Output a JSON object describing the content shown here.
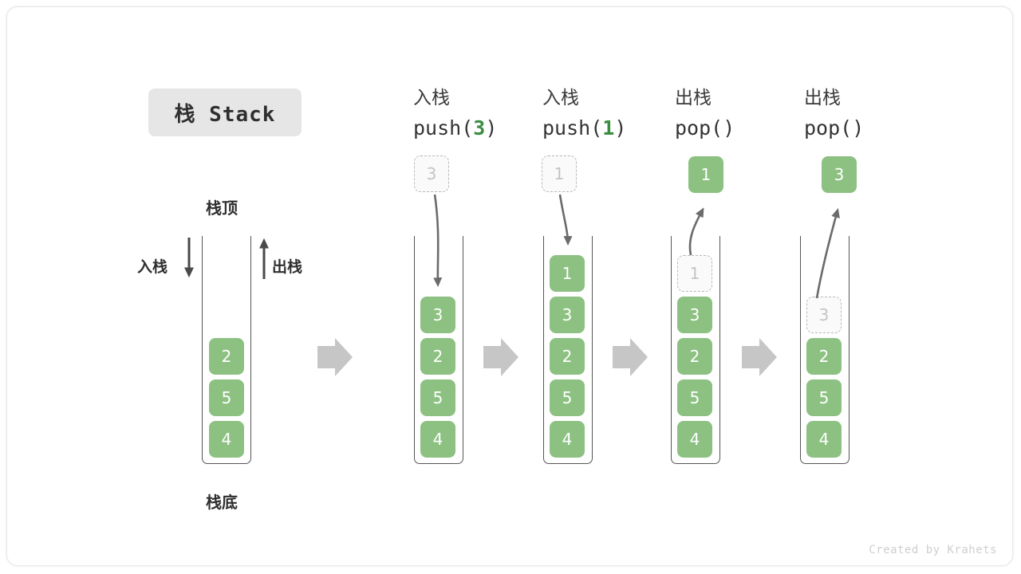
{
  "diagram": {
    "title_badge": "栈 Stack",
    "credit": "Created by Krahets",
    "colors": {
      "cell_green": "#8cc182",
      "accent_green_text": "#3b8c3f",
      "ghost_gray": "#c4c4c4",
      "line_gray": "#555555",
      "block_arrow_gray": "#c6c6c6",
      "badge_gray": "#e6e6e6"
    }
  },
  "left_stack": {
    "top_label": "栈顶",
    "bottom_label": "栈底",
    "push_label": "入栈",
    "pop_label": "出栈",
    "cells": [
      "2",
      "5",
      "4"
    ]
  },
  "steps": [
    {
      "id": "push-3",
      "title_cn": "入栈",
      "code_prefix": "push(",
      "code_arg": "3",
      "code_suffix": ")",
      "floating": {
        "value": "3",
        "state": "ghost"
      },
      "slots": [
        "",
        "3",
        "2",
        "5",
        "4"
      ]
    },
    {
      "id": "push-1",
      "title_cn": "入栈",
      "code_prefix": "push(",
      "code_arg": "1",
      "code_suffix": ")",
      "floating": {
        "value": "1",
        "state": "ghost"
      },
      "slots": [
        "1",
        "3",
        "2",
        "5",
        "4"
      ]
    },
    {
      "id": "pop-1",
      "title_cn": "出栈",
      "code_prefix": "pop(",
      "code_arg": "",
      "code_suffix": ")",
      "floating": {
        "value": "1",
        "state": "solid"
      },
      "slots": [
        "1-ghost",
        "3",
        "2",
        "5",
        "4"
      ]
    },
    {
      "id": "pop-3",
      "title_cn": "出栈",
      "code_prefix": "pop(",
      "code_arg": "",
      "code_suffix": ")",
      "floating": {
        "value": "3",
        "state": "solid"
      },
      "slots": [
        "",
        "3-ghost",
        "2",
        "5",
        "4"
      ]
    }
  ],
  "cells": {
    "s1": [
      {
        "value": "3",
        "state": "solid",
        "row": 1
      },
      {
        "value": "2",
        "state": "solid",
        "row": 2
      },
      {
        "value": "5",
        "state": "solid",
        "row": 3
      },
      {
        "value": "4",
        "state": "solid",
        "row": 4
      }
    ],
    "s2": [
      {
        "value": "1",
        "state": "solid",
        "row": 0
      },
      {
        "value": "3",
        "state": "solid",
        "row": 1
      },
      {
        "value": "2",
        "state": "solid",
        "row": 2
      },
      {
        "value": "5",
        "state": "solid",
        "row": 3
      },
      {
        "value": "4",
        "state": "solid",
        "row": 4
      }
    ],
    "s3": [
      {
        "value": "1",
        "state": "ghost",
        "row": 0
      },
      {
        "value": "3",
        "state": "solid",
        "row": 1
      },
      {
        "value": "2",
        "state": "solid",
        "row": 2
      },
      {
        "value": "5",
        "state": "solid",
        "row": 3
      },
      {
        "value": "4",
        "state": "solid",
        "row": 4
      }
    ],
    "s4": [
      {
        "value": "3",
        "state": "ghost",
        "row": 1
      },
      {
        "value": "2",
        "state": "solid",
        "row": 2
      },
      {
        "value": "5",
        "state": "solid",
        "row": 3
      },
      {
        "value": "4",
        "state": "solid",
        "row": 4
      }
    ]
  }
}
